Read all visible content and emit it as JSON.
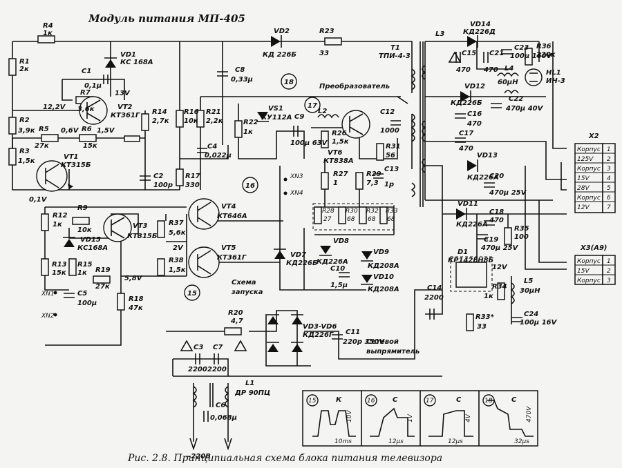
{
  "title": "Модуль питания МП-405",
  "caption": "Рис. 2.8. Принципиальная схема блока питания телевизора",
  "notes": {
    "converter": "Преобразователь",
    "trigger": "Схема запуска",
    "rectifier": "Сетевой выпрямитель",
    "mains": "~220В"
  },
  "components": [
    {
      "ref": "R4",
      "val": "1к"
    },
    {
      "ref": "R1",
      "val": "2к"
    },
    {
      "ref": "VD1",
      "val": "КС 168А"
    },
    {
      "ref": "C1",
      "val": "0,1μ"
    },
    {
      "ref": "R7",
      "val": "3,6к"
    },
    {
      "ref": "VT2",
      "val": "КТ361Г"
    },
    {
      "ref": "R2",
      "val": "3,9к"
    },
    {
      "ref": "R5",
      "val": "27к"
    },
    {
      "ref": "R6",
      "val": "15к"
    },
    {
      "ref": "R3",
      "val": "1,5к"
    },
    {
      "ref": "VT1",
      "val": "КТ315Б"
    },
    {
      "ref": "R14",
      "val": "2,7к"
    },
    {
      "ref": "R16",
      "val": "10к"
    },
    {
      "ref": "R21",
      "val": "2,2к"
    },
    {
      "ref": "C8",
      "val": "0,33μ"
    },
    {
      "ref": "C4",
      "val": "0,022μ"
    },
    {
      "ref": "C2",
      "val": "100р"
    },
    {
      "ref": "R17",
      "val": "330"
    },
    {
      "ref": "VD2",
      "val": "КД 226Б"
    },
    {
      "ref": "R23",
      "val": "33"
    },
    {
      "ref": "T1",
      "val": "ТПИ-4-3"
    },
    {
      "ref": "R22",
      "val": "1к"
    },
    {
      "ref": "VS1",
      "val": "КУ112А"
    },
    {
      "ref": "C9",
      "val": "100μ 63V"
    },
    {
      "ref": "L2",
      "val": ""
    },
    {
      "ref": "R26",
      "val": "1,5к"
    },
    {
      "ref": "VT6",
      "val": "КТ838А"
    },
    {
      "ref": "C12",
      "val": "1000"
    },
    {
      "ref": "R31",
      "val": "56"
    },
    {
      "ref": "R27",
      "val": "1"
    },
    {
      "ref": "R29",
      "val": "7,3"
    },
    {
      "ref": "C13",
      "val": "1р"
    },
    {
      "ref": "R28",
      "val": "27"
    },
    {
      "ref": "R30",
      "val": "68"
    },
    {
      "ref": "R32",
      "val": "68"
    },
    {
      "ref": "R33",
      "val": "68"
    },
    {
      "ref": "VD8",
      "val": "КД226А"
    },
    {
      "ref": "C10",
      "val": "1,5μ"
    },
    {
      "ref": "VD9",
      "val": "КД208А"
    },
    {
      "ref": "VD10",
      "val": "КД208А"
    },
    {
      "ref": "VD7",
      "val": "КД226Б"
    },
    {
      "ref": "R12",
      "val": "1к"
    },
    {
      "ref": "R9",
      "val": "10к"
    },
    {
      "ref": "VD15",
      "val": "КС168А"
    },
    {
      "ref": "VT3",
      "val": "КТ315Б"
    },
    {
      "ref": "R37",
      "val": "5,6к"
    },
    {
      "ref": "VT4",
      "val": "КТ646А"
    },
    {
      "ref": "VT5",
      "val": "КТ361Г"
    },
    {
      "ref": "R38",
      "val": "1,5к"
    },
    {
      "ref": "R13",
      "val": "15к"
    },
    {
      "ref": "R15",
      "val": "1к"
    },
    {
      "ref": "R19",
      "val": "27к"
    },
    {
      "ref": "C5",
      "val": "100μ"
    },
    {
      "ref": "R18",
      "val": "47к"
    },
    {
      "ref": "R20",
      "val": "4,7"
    },
    {
      "ref": "VD3-VD6",
      "val": "КД226Г"
    },
    {
      "ref": "C11",
      "val": "220р 350V"
    },
    {
      "ref": "C3",
      "val": "2200"
    },
    {
      "ref": "C7",
      "val": "2200"
    },
    {
      "ref": "L1",
      "val": "ДР 90ПЦ"
    },
    {
      "ref": "C6",
      "val": "0,068μ"
    },
    {
      "ref": "C14",
      "val": "2200"
    },
    {
      "ref": "L3",
      "val": ""
    },
    {
      "ref": "VD14",
      "val": "КД226Д"
    },
    {
      "ref": "C15",
      "val": "470"
    },
    {
      "ref": "C21",
      "val": "470"
    },
    {
      "ref": "C23",
      "val": "100μ 160V"
    },
    {
      "ref": "R36",
      "val": "220к"
    },
    {
      "ref": "HL1",
      "val": "ИН-3"
    },
    {
      "ref": "L4",
      "val": "60μH"
    },
    {
      "ref": "VD12",
      "val": "КД226Б"
    },
    {
      "ref": "C16",
      "val": "470"
    },
    {
      "ref": "C22",
      "val": "470μ 40V"
    },
    {
      "ref": "C17",
      "val": "470"
    },
    {
      "ref": "VD13",
      "val": "КД226А"
    },
    {
      "ref": "C20",
      "val": "470μ 25V"
    },
    {
      "ref": "VD11",
      "val": "КД226А"
    },
    {
      "ref": "C18",
      "val": "470"
    },
    {
      "ref": "C19",
      "val": "470μ 25V"
    },
    {
      "ref": "R35",
      "val": "100"
    },
    {
      "ref": "D1",
      "val": "КР142ЕН8Б"
    },
    {
      "ref": "R34",
      "val": "1к"
    },
    {
      "ref": "R33*",
      "val": "33"
    },
    {
      "ref": "L5",
      "val": "30μH"
    },
    {
      "ref": "C24",
      "val": "100μ 16V"
    }
  ],
  "voltages": [
    "12,2V",
    "13V",
    "0,6V",
    "1,5V",
    "0,1V",
    "5,8V",
    "2V",
    "12V"
  ],
  "connectors": [
    {
      "name": "X2",
      "pins": [
        {
          "n": "1",
          "label": "Корпус"
        },
        {
          "n": "2",
          "label": "125V"
        },
        {
          "n": "3",
          "label": "Корпус"
        },
        {
          "n": "4",
          "label": "15V"
        },
        {
          "n": "5",
          "label": "28V"
        },
        {
          "n": "6",
          "label": "Корпус"
        },
        {
          "n": "7",
          "label": "12V"
        }
      ]
    },
    {
      "name": "X3(А9)",
      "pins": [
        {
          "n": "1",
          "label": "Корпус"
        },
        {
          "n": "2",
          "label": "15V"
        },
        {
          "n": "3",
          "label": "Корпус"
        }
      ]
    }
  ],
  "test_points": [
    "XN1",
    "XN2",
    "XN3",
    "XN4"
  ],
  "markers": [
    "15",
    "16",
    "17",
    "18"
  ],
  "waveforms": [
    {
      "id": "15",
      "ch": "К",
      "amp": "10V",
      "time": "10ms"
    },
    {
      "id": "16",
      "ch": "С",
      "amp": "1V",
      "time": "12μs"
    },
    {
      "id": "17",
      "ch": "С",
      "amp": "4V",
      "time": "12μs"
    },
    {
      "id": "18",
      "ch": "С",
      "amp": "470V",
      "time": "32μs"
    }
  ]
}
